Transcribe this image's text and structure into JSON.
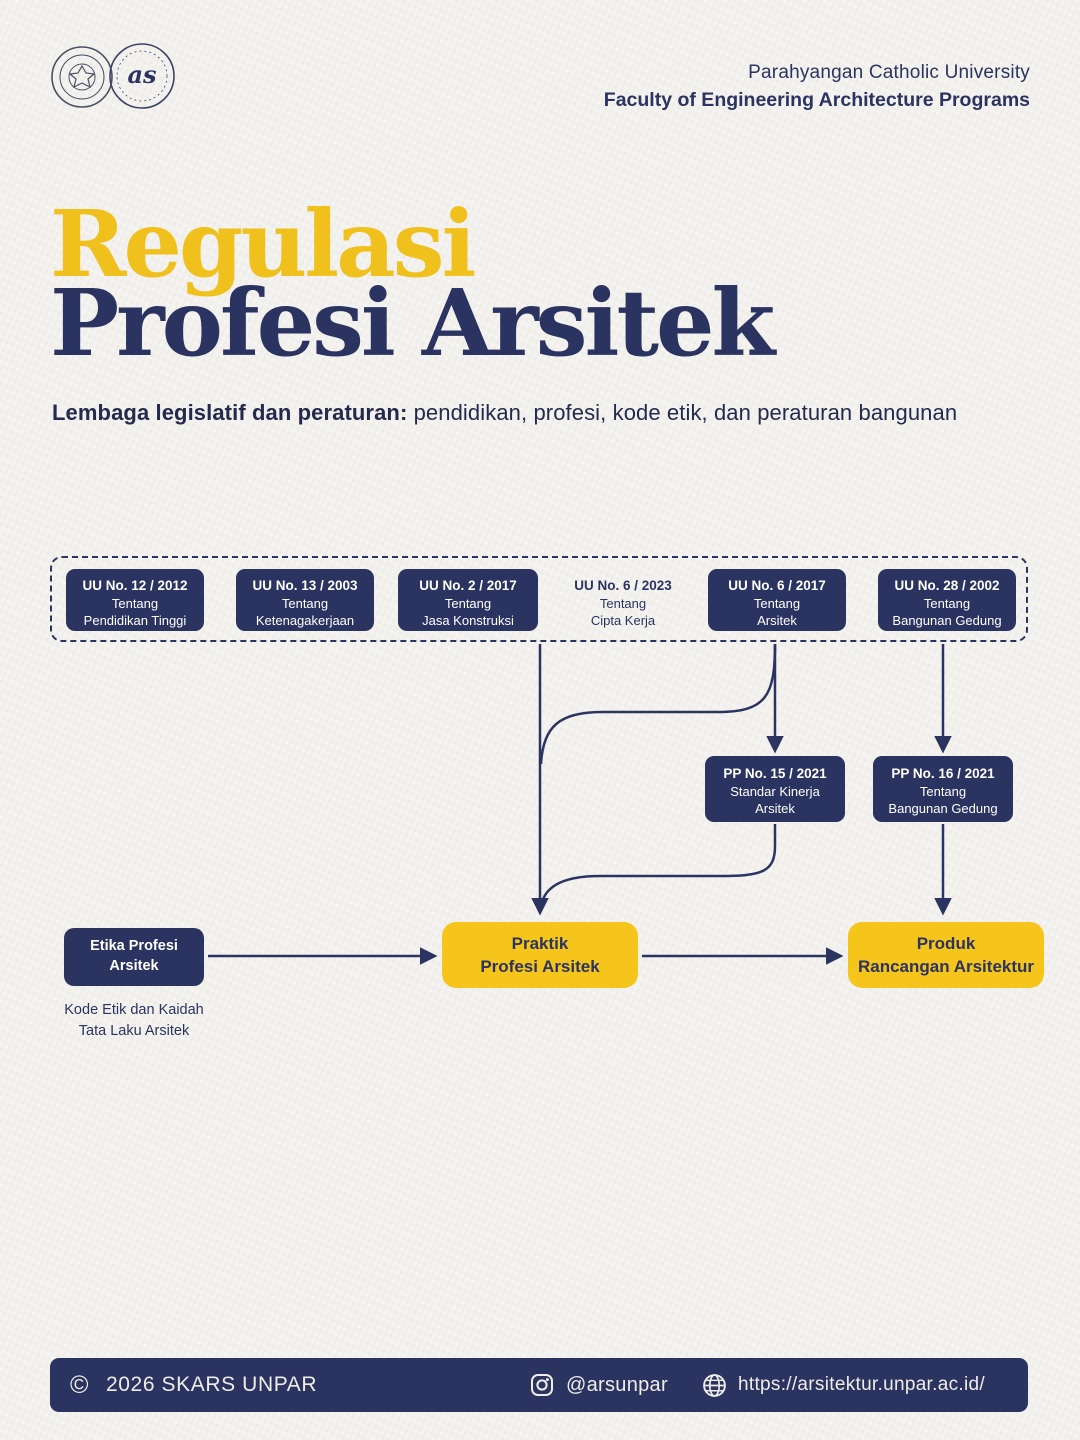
{
  "colors": {
    "navy": "#2b3360",
    "yellow": "#f6c51c",
    "title_yellow": "#f0c01d",
    "background": "#f3f1ed",
    "footer_text": "#efede7"
  },
  "header": {
    "university": "Parahyangan Catholic University",
    "faculty": "Faculty of Engineering Architecture Programs",
    "logos": [
      {
        "icon": "unpar-crest-logo"
      },
      {
        "icon": "architecture-program-logo",
        "monogram": "as"
      }
    ]
  },
  "title": {
    "line1": "Regulasi",
    "line2": "Profesi Arsitek",
    "subtitle_bold": "Lembaga legislatif dan peraturan:",
    "subtitle_rest": "pendidikan, profesi, kode etik, dan peraturan bangunan"
  },
  "laws": [
    {
      "no": "UU No. 12 / 2012",
      "mid": "Tentang",
      "name": "Pendidikan Tinggi"
    },
    {
      "no": "UU No. 13 / 2003",
      "mid": "Tentang",
      "name": "Ketenagakerjaan"
    },
    {
      "no": "UU No. 2 / 2017",
      "mid": "Tentang",
      "name": "Jasa Konstruksi"
    },
    {
      "no": "UU No. 6 / 2023",
      "mid": "Tentang",
      "name": "Cipta Kerja"
    },
    {
      "no": "UU No. 6 / 2017",
      "mid": "Tentang",
      "name": "Arsitek"
    },
    {
      "no": "UU No. 28 / 2002",
      "mid": "Tentang",
      "name": "Bangunan Gedung"
    }
  ],
  "regulations": [
    {
      "no": "PP No. 15 / 2021",
      "mid": "Standar Kinerja",
      "name": "Arsitek"
    },
    {
      "no": "PP No. 16 / 2021",
      "mid": "Tentang",
      "name": "Bangunan Gedung"
    }
  ],
  "ethics": {
    "box_line1": "Etika Profesi",
    "box_line2": "Arsitek",
    "caption_line1": "Kode Etik dan Kaidah",
    "caption_line2": "Tata Laku Arsitek"
  },
  "outcomes": [
    {
      "line1": "Praktik",
      "line2": "Profesi Arsitek"
    },
    {
      "line1": "Produk",
      "line2": "Rancangan Arsitektur"
    }
  ],
  "footer": {
    "copyright_symbol": "©",
    "copyright_text": "2026 SKARS UNPAR",
    "instagram_icon": "instagram-icon",
    "instagram_handle": "@arsunpar",
    "globe_icon": "globe-icon",
    "website_url": "https://arsitektur.unpar.ac.id/"
  }
}
